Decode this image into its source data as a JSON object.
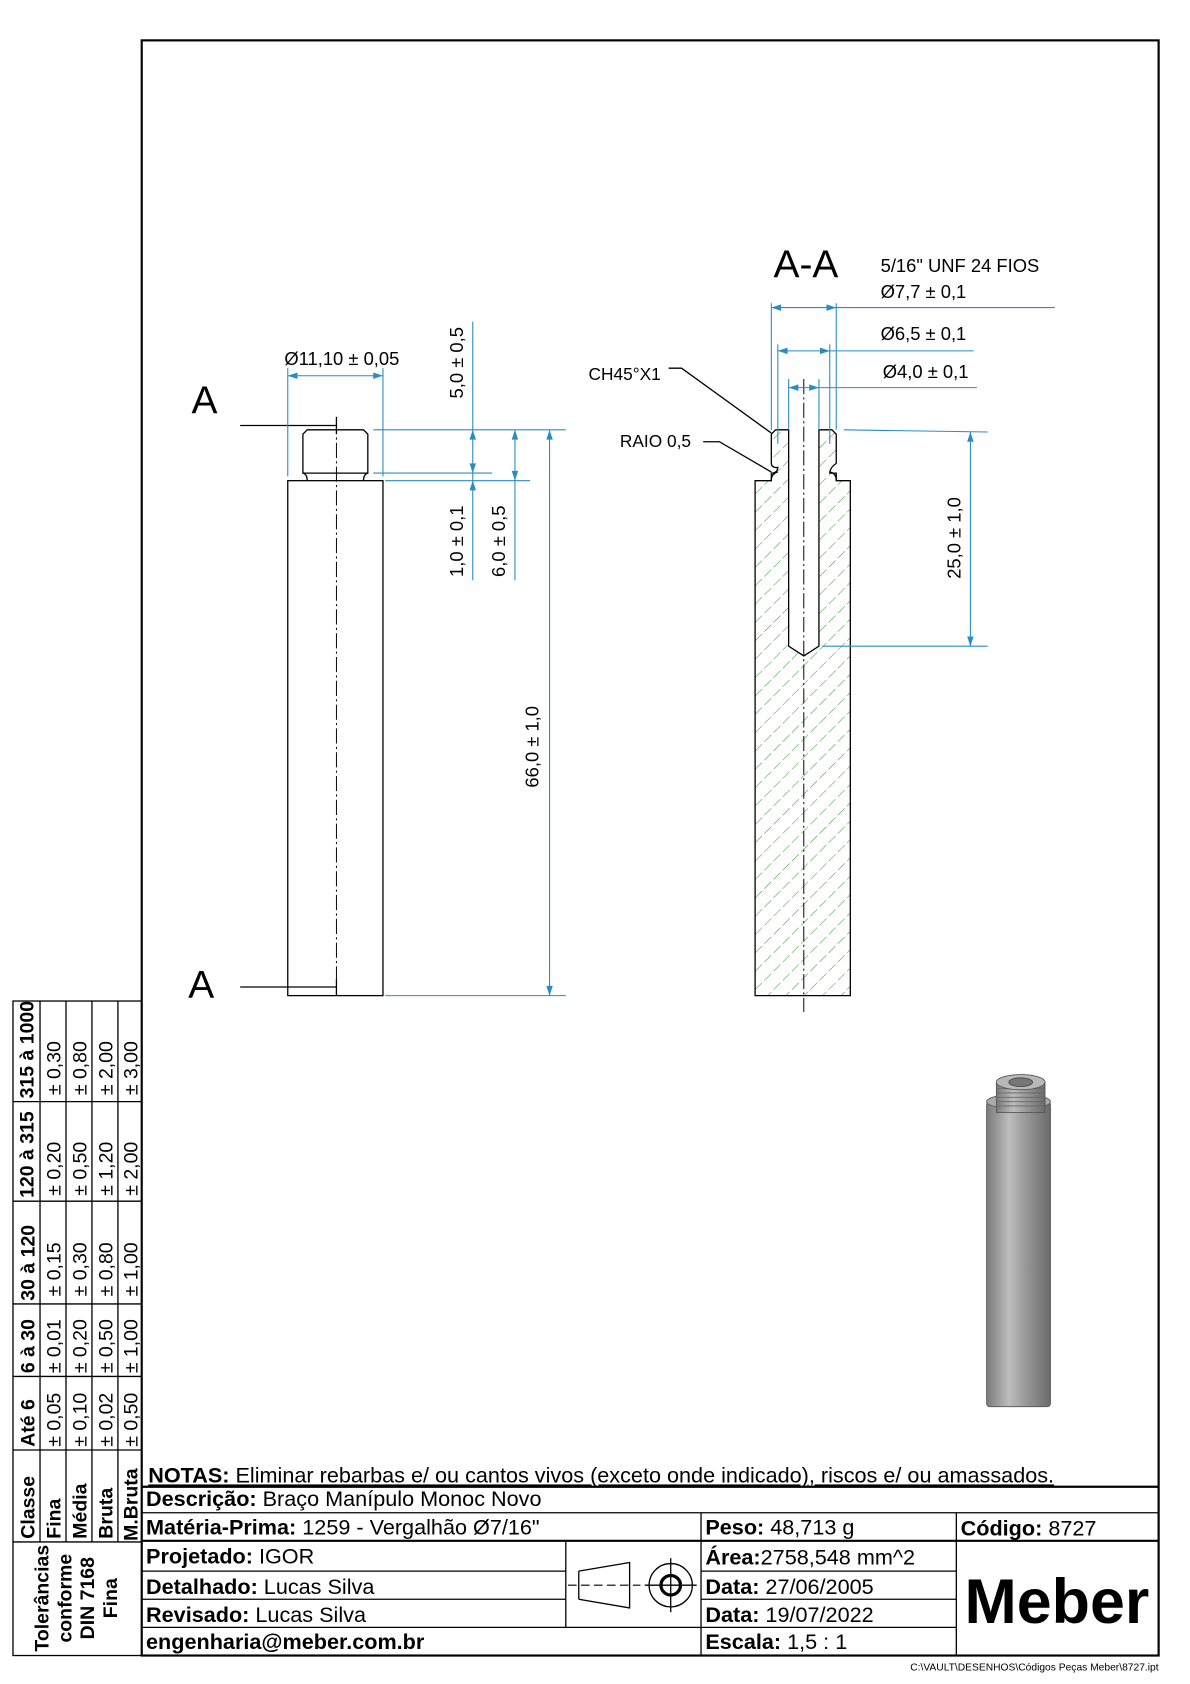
{
  "drawing": {
    "section_label_top": "A",
    "section_label_bottom": "A",
    "section_title": "A-A",
    "dims_left": {
      "diameter": "Ø11,10 ± 0,05",
      "thread_length": "5,0 ± 0,5",
      "groove": "1,0 ± 0,1",
      "head_total": "6,0 ± 0,5",
      "total_length": "66,0 ± 1,0"
    },
    "dims_section": {
      "thread_spec": "5/16\" UNF 24 FIOS",
      "thread_dia": "Ø7,7 ± 0,1",
      "groove_dia": "Ø6,5 ± 0,1",
      "hole_dia": "Ø4,0 ± 0,1",
      "hole_depth": "25,0 ± 1,0",
      "chamfer": "CH45°X1",
      "radius": "RAIO 0,5"
    },
    "colors": {
      "dimension": "#2a8cc4",
      "hatch": "#3aa33a"
    }
  },
  "tolerance_table": {
    "title": [
      "Tolerâncias",
      "conforme",
      "DIN 7168",
      "Fina"
    ],
    "header": "Classe",
    "ranges": [
      "Até 6",
      "6 à 30",
      "30 à 120",
      "120 à 315",
      "315 à 1000"
    ],
    "rows": [
      {
        "class": "Fina",
        "values": [
          "± 0,05",
          "± 0,01",
          "± 0,15",
          "± 0,20",
          "± 0,30"
        ]
      },
      {
        "class": "Média",
        "values": [
          "± 0,10",
          "± 0,20",
          "± 0,30",
          "± 0,50",
          "± 0,80"
        ]
      },
      {
        "class": "Bruta",
        "values": [
          "± 0,02",
          "± 0,50",
          "± 0,80",
          "± 1,20",
          "± 2,00"
        ]
      },
      {
        "class": "M.Bruta",
        "values": [
          "± 0,50",
          "± 1,00",
          "± 1,00",
          "± 2,00",
          "± 3,00"
        ]
      }
    ]
  },
  "title_block": {
    "notes_label": "NOTAS:",
    "notes": " Eliminar rebarbas e/ ou cantos vivos (exceto onde indicado), riscos e/ ou amassados.",
    "description_label": "Descrição:",
    "description": " Braço Manípulo Monoc Novo",
    "material_label": "Matéria-Prima:",
    "material": " 1259 - Vergalhão Ø7/16\"",
    "weight_label": "Peso:",
    "weight": " 48,713 g",
    "code_label": "Código:",
    "code": " 8727",
    "designed_label": "Projetado:",
    "designed": " IGOR",
    "detailed_label": "Detalhado:",
    "detailed": " Lucas Silva",
    "reviewed_label": "Revisado:",
    "reviewed": " Lucas Silva",
    "email": "engenharia@meber.com.br",
    "area_label": "Área:",
    "area": "2758,548 mm^2",
    "date1_label": "Data:",
    "date1": " 27/06/2005",
    "date2_label": "Data:",
    "date2": " 19/07/2022",
    "scale_label": "Escala:",
    "scale": " 1,5 : 1",
    "logo": "Meber",
    "file_path": "C:\\VAULT\\DESENHOS\\Códigos Peças Meber\\8727.ipt"
  }
}
